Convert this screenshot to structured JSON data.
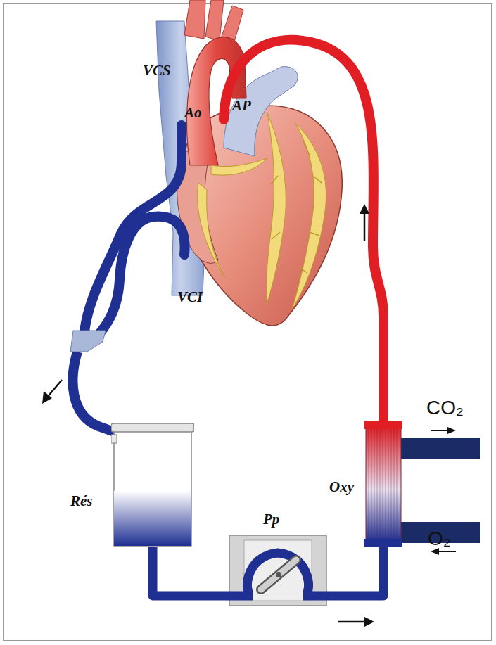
{
  "diagram": {
    "nodes": [
      {
        "text": [
          "Rés"
        ]
      },
      {
        "text": [
          "Pp"
        ]
      },
      {
        "text": [
          "Oxy"
        ]
      }
    ],
    "edges": [
      {
        "from": 0,
        "to": 1,
        "arrow": "none"
      },
      {
        "from": 1,
        "to": 2,
        "arrow": "none"
      }
    ],
    "labels": [
      "VCS",
      "Ao",
      "AP",
      "VCI",
      "CO₂",
      "O₂"
    ]
  }
}
